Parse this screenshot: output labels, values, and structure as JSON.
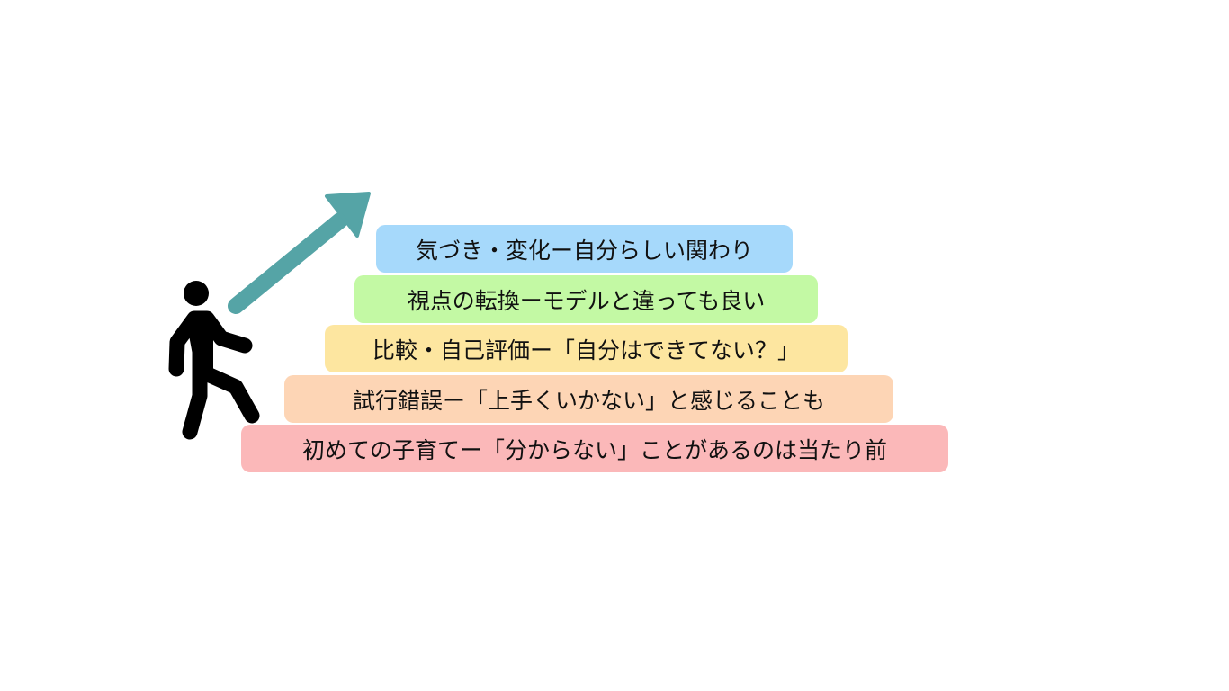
{
  "steps": [
    {
      "label": "気づき・変化ー自分らしい関わり",
      "color": "#a6d9fb"
    },
    {
      "label": "視点の転換ーモデルと違っても良い",
      "color": "#c3f9a4"
    },
    {
      "label": "比較・自己評価ー「自分はできてない？」",
      "color": "#fde6a0"
    },
    {
      "label": "試行錯誤ー「上手くいかない」と感じることも",
      "color": "#fdd5b5"
    },
    {
      "label": "初めての子育てー「分からない」ことがあるのは当たり前",
      "color": "#fbb8b9"
    }
  ],
  "icons": {
    "person": "walking-person-icon",
    "arrow": "up-right-arrow-icon"
  },
  "colors": {
    "arrow": "#55a4a6",
    "person": "#000000"
  }
}
